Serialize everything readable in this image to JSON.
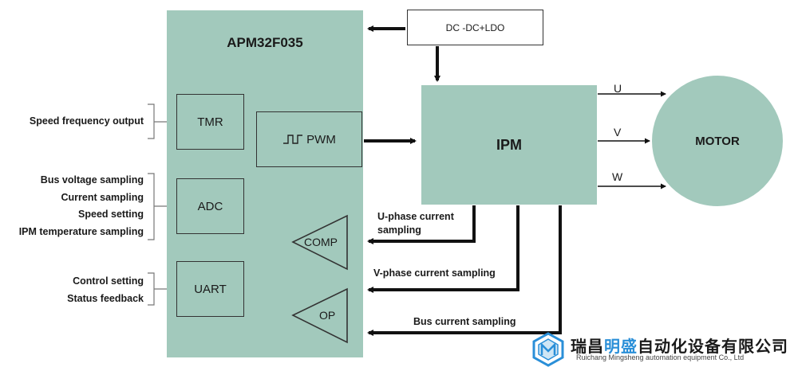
{
  "mcu": {
    "title": "APM32F035",
    "tmr": "TMR",
    "pwm": "PWM",
    "adc": "ADC",
    "uart": "UART",
    "comp": "COMP",
    "op": "OP"
  },
  "power": {
    "label": "DC -DC+LDO"
  },
  "ipm": {
    "label": "IPM"
  },
  "motor": {
    "label": "MOTOR",
    "phases": [
      "U",
      "V",
      "W"
    ]
  },
  "tmr_signals": [
    "Speed frequency output"
  ],
  "adc_signals": [
    "Bus voltage sampling",
    "Current sampling",
    "Speed setting",
    "IPM temperature sampling"
  ],
  "uart_signals": [
    "Control setting",
    "Status feedback"
  ],
  "feedback": {
    "u_line1": "U-phase current",
    "u_line2": "sampling",
    "v": "V-phase current sampling",
    "bus": "Bus current sampling"
  },
  "logo": {
    "cn_part1": "瑞昌",
    "cn_part2": "明盛",
    "cn_part3": "自动化设备有限公司",
    "en": "Ruichang Mingsheng automation equipment Co., Ltd"
  },
  "colors": {
    "block_fill": "#a2c9bc",
    "line": "#111111",
    "logo_accent": "#2a8fd8"
  }
}
